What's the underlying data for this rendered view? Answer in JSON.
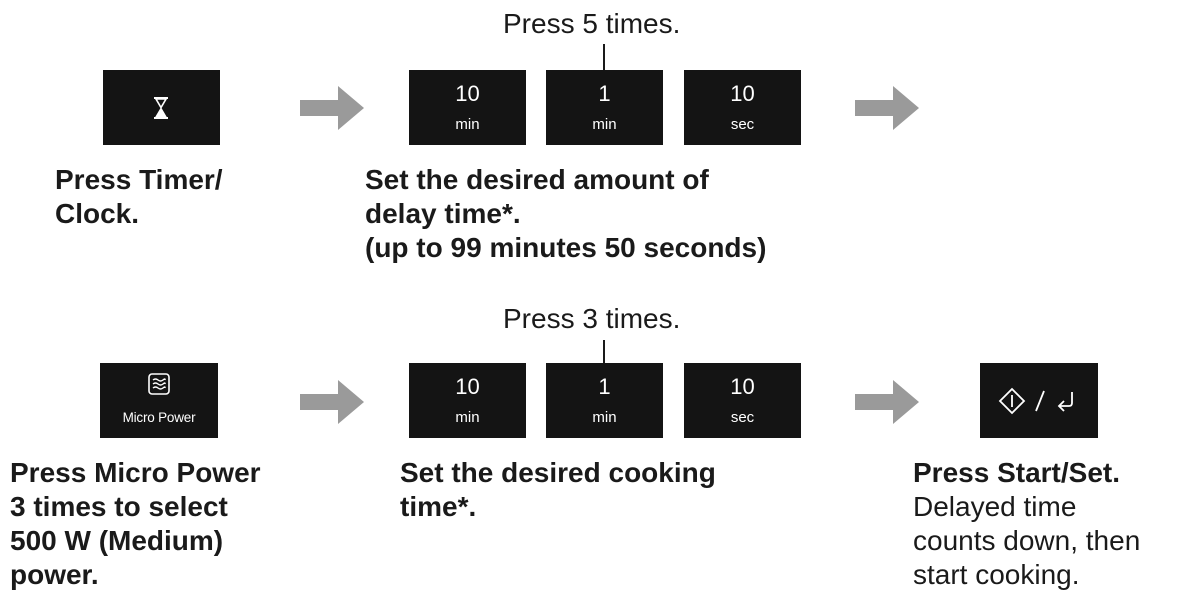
{
  "row1": {
    "press_label": "Press 5 times.",
    "timer_caption": [
      "Press Timer/",
      "Clock."
    ],
    "set_caption": [
      "Set the desired amount of",
      "delay time*.",
      "(up to 99 minutes 50 seconds)"
    ]
  },
  "row2": {
    "press_label": "Press 3 times.",
    "micro_caption": [
      "Press Micro Power",
      "3 times to select",
      "500 W (Medium)",
      "power."
    ],
    "micro_key_label": "Micro Power",
    "set_caption": [
      "Set the desired cooking",
      "time*."
    ],
    "start_caption_bold": "Press Start/Set.",
    "start_caption": [
      "Delayed time",
      "counts down, then",
      "start cooking."
    ]
  },
  "time_keys": [
    {
      "value": "10",
      "unit": "min"
    },
    {
      "value": "1",
      "unit": "min"
    },
    {
      "value": "10",
      "unit": "sec"
    }
  ],
  "colors": {
    "key_background": "#141414",
    "key_text": "#ffffff",
    "arrow": "#9a9a9a",
    "text": "#1a1a1a"
  },
  "icons": [
    "hourglass-icon",
    "microwave-wave-icon",
    "start-diamond-icon",
    "enter-return-icon"
  ]
}
